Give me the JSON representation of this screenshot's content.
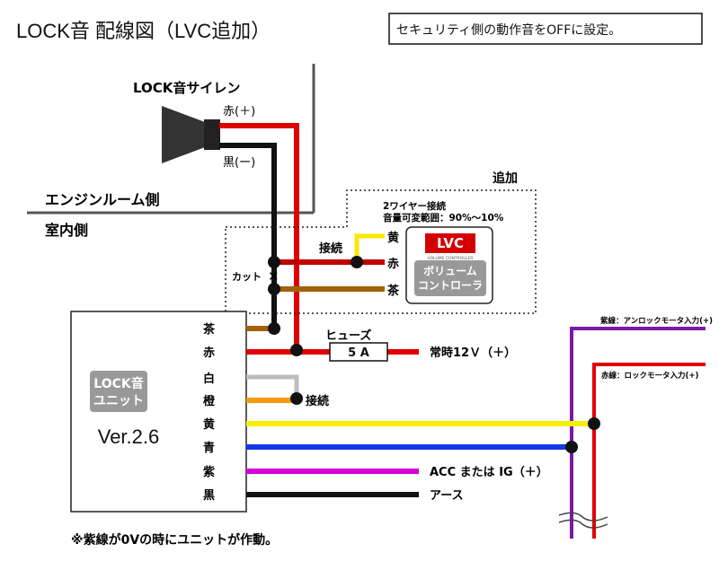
{
  "title": "LOCK音  配線図（LVC追加）",
  "note": "セキュリティ側の動作音をOFFに設定。",
  "siren": {
    "label": "LOCK音サイレン",
    "red_label": "赤(＋)",
    "black_label": "黒(ー)"
  },
  "zones": {
    "engine_room": "エンジンルーム側",
    "cabin": "室内側"
  },
  "lvc": {
    "added_label": "追加",
    "two_wire": "2ワイヤー接続",
    "volume_range": "音量可変範囲：90%〜10%",
    "logo": "LVC",
    "logo_sub": "VOLUME CONTROLLER",
    "box_text_1": "ボリューム",
    "box_text_2": "コントローラ",
    "wires": [
      "黄",
      "赤",
      "茶"
    ],
    "connect_label": "接続"
  },
  "cut_label": "カット",
  "cut_mark": "✕",
  "unit": {
    "label_1": "LOCK音",
    "label_2": "ユニット",
    "version": "Ver.2.6",
    "wires": [
      "茶",
      "赤",
      "白",
      "橙",
      "黄",
      "青",
      "紫",
      "黒"
    ]
  },
  "fuse": {
    "label": "ヒューズ",
    "value": "5 A"
  },
  "constant_12v": "常時12Ｖ（＋）",
  "connect_label": "接続",
  "acc_label": "ACC または IG（＋）",
  "ground_label": "アース",
  "purple_line_label": "紫線：アンロックモータ入力(+)",
  "red_line_label": "赤線：ロックモータ入力(+)",
  "footer": "※紫線が0Vの時にユニットが作動。",
  "colors": {
    "red": "#e00000",
    "black": "#111111",
    "brown": "#a0620a",
    "white": "#bdbdbd",
    "orange": "#f39a12",
    "yellow": "#f7ef00",
    "blue": "#1238e8",
    "purple": "#d400d8",
    "motor_purple": "#7a18a8",
    "lvc_yellow": "#ffe800"
  }
}
